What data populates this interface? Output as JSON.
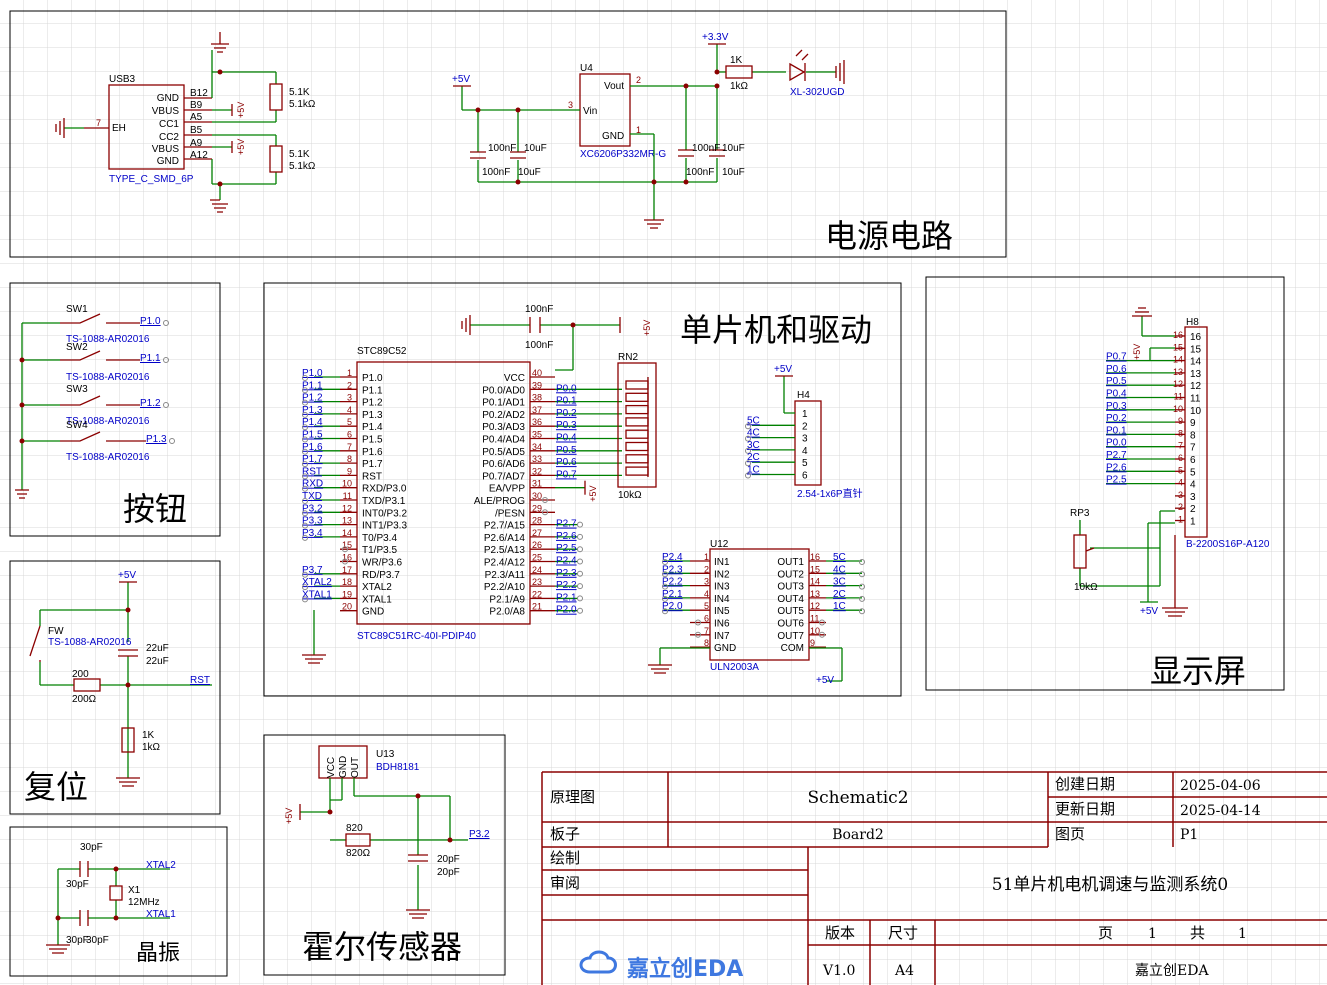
{
  "sections": {
    "power": "电源电路",
    "buttons": "按钮",
    "reset": "复位",
    "crystal": "晶振",
    "mcu": "单片机和驱动",
    "display": "显示屏",
    "hall": "霍尔传感器"
  },
  "usb": {
    "ref": "USB3",
    "part": "TYPE_C_SMD_6P",
    "pins_left": [
      "GND",
      "VBUS",
      "CC1",
      "CC2",
      "VBUS",
      "GND"
    ],
    "pins_right": [
      "B12",
      "B9",
      "A5",
      "B5",
      "A9",
      "A12"
    ],
    "eh": "EH",
    "eh_num": "7",
    "r1": "5.1K",
    "r1v": "5.1kΩ",
    "r2": "5.1K",
    "r2v": "5.1kΩ",
    "net": "+5V"
  },
  "ldo": {
    "ref": "U4",
    "part": "XC6206P332MR-G",
    "vin": "Vin",
    "vout": "Vout",
    "gnd": "GND",
    "pin_vin": "3",
    "pin_vout": "2",
    "pin_gnd": "1",
    "in_net": "+5V",
    "out_net": "+3.3V",
    "c1": "100nF",
    "c1v": "100nF",
    "c2": "10uF",
    "c2v": "10uF",
    "c3": "100nF",
    "c3v": "100nF",
    "c4": "10uF",
    "c4v": "10uF",
    "r": "1K",
    "rv": "1kΩ",
    "led": "XL-302UGD"
  },
  "switches": [
    {
      "ref": "SW1",
      "part": "TS-1088-AR02016",
      "net": "P1.0"
    },
    {
      "ref": "SW2",
      "part": "TS-1088-AR02016",
      "net": "P1.1"
    },
    {
      "ref": "SW3",
      "part": "TS-1088-AR02016",
      "net": "P1.2"
    },
    {
      "ref": "SW4",
      "part": "TS-1088-AR02016",
      "net": "P1.3"
    }
  ],
  "reset": {
    "net": "+5V",
    "sw": "FW",
    "sw_part": "TS-1088-AR02016",
    "c": "22uF",
    "cv": "22uF",
    "r1": "200",
    "r1v": "200Ω",
    "r2": "1K",
    "r2v": "1kΩ",
    "out": "RST"
  },
  "crystal": {
    "c1": "30pF",
    "c1v": "30pF",
    "c2": "30pF",
    "c2v": "30pF",
    "ref": "X1",
    "freq": "12MHz",
    "n1": "XTAL2",
    "n2": "XTAL1"
  },
  "mcu": {
    "ref": "STC89C52",
    "part": "STC89C51RC-40I-PDIP40",
    "cap": "100nF",
    "capv": "100nF",
    "net": "+5V",
    "left_pins": [
      "P1.0",
      "P1.1",
      "P1.2",
      "P1.3",
      "P1.4",
      "P1.5",
      "P1.6",
      "P1.7",
      "RST",
      "RXD/P3.0",
      "TXD/P3.1",
      "INT0/P3.2",
      "INT1/P3.3",
      "T0/P3.4",
      "T1/P3.5",
      "WR/P3.6",
      "RD/P3.7",
      "XTAL2",
      "XTAL1",
      "GND"
    ],
    "left_nets": [
      "P1.0",
      "P1.1",
      "P1.2",
      "P1.3",
      "P1.4",
      "P1.5",
      "P1.6",
      "P1.7",
      "RST",
      "RXD",
      "TXD",
      "P3.2",
      "P3.3",
      "P3.4",
      "",
      "",
      "P3.7",
      "XTAL2",
      "XTAL1",
      ""
    ],
    "right_pins": [
      "VCC",
      "P0.0/AD0",
      "P0.1/AD1",
      "P0.2/AD2",
      "P0.3/AD3",
      "P0.4/AD4",
      "P0.5/AD5",
      "P0.6/AD6",
      "P0.7/AD7",
      "EA/VPP",
      "ALE/PROG",
      "/PESN",
      "P2.7/A15",
      "P2.6/A14",
      "P2.5/A13",
      "P2.4/A12",
      "P2.3/A11",
      "P2.2/A10",
      "P2.1/A9",
      "P2.0/A8"
    ],
    "right_nets": [
      "",
      "P0.0",
      "P0.1",
      "P0.2",
      "P0.3",
      "P0.4",
      "P0.5",
      "P0.6",
      "P0.7",
      "+5V",
      "",
      "",
      "P2.7",
      "P2.6",
      "P2.5",
      "P2.4",
      "P2.3",
      "P2.2",
      "P2.1",
      "P2.0"
    ]
  },
  "rn": {
    "ref": "RN2",
    "val": "10kΩ"
  },
  "h4": {
    "ref": "H4",
    "part": "2.54-1x6P直针",
    "net": "+5V",
    "nets": [
      "5C",
      "4C",
      "3C",
      "2C",
      "1C"
    ]
  },
  "uln": {
    "ref": "U12",
    "part": "ULN2003A",
    "in_pins": [
      "IN1",
      "IN2",
      "IN3",
      "IN4",
      "IN5",
      "IN6",
      "IN7",
      "GND"
    ],
    "out_pins": [
      "OUT1",
      "OUT2",
      "OUT3",
      "OUT4",
      "OUT5",
      "OUT6",
      "OUT7",
      "COM"
    ],
    "in_nets": [
      "P2.4",
      "P2.3",
      "P2.2",
      "P2.1",
      "P2.0"
    ],
    "out_nets": [
      "5C",
      "4C",
      "3C",
      "2C",
      "1C"
    ],
    "com_net": "+5V"
  },
  "h8": {
    "ref": "H8",
    "part": "B-2200S16P-A120",
    "nets": [
      "P0.7",
      "P0.6",
      "P0.5",
      "P0.4",
      "P0.3",
      "P0.2",
      "P0.1",
      "P0.0",
      "P2.7",
      "P2.6",
      "P2.5"
    ],
    "pot": "RP3",
    "potv": "10kΩ",
    "vnet": "+5V"
  },
  "hall": {
    "ref": "U13",
    "part": "BDH8181",
    "pins": [
      "VCC",
      "GND",
      "OUT"
    ],
    "net": "+5V",
    "r": "820",
    "rv": "820Ω",
    "c": "20pF",
    "cv": "20pF",
    "out": "P3.2"
  },
  "titleblock": {
    "k_schematic": "原理图",
    "v_schematic": "Schematic2",
    "k_board": "板子",
    "v_board": "Board2",
    "k_draw": "绘制",
    "k_review": "审阅",
    "k_created": "创建日期",
    "v_created": "2025-04-06",
    "k_updated": "更新日期",
    "v_updated": "2025-04-14",
    "k_page": "图页",
    "v_page": "P1",
    "project": "51单片机电机调速与监测系统0",
    "k_version": "版本",
    "k_size": "尺寸",
    "v_version": "V1.0",
    "v_size": "A4",
    "k_pg": "页",
    "v_pg": "1",
    "k_total": "共",
    "v_total": "1",
    "company": "嘉立创EDA",
    "brand": "嘉立创EDA"
  }
}
